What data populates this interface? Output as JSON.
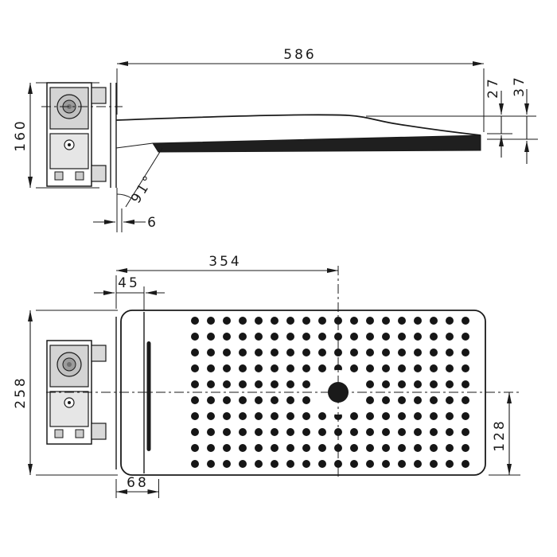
{
  "drawing": {
    "line_color": "#1a1a1a",
    "fill_gray": "#cfcfcf",
    "side_view": {
      "overall_width": "586",
      "mount_height": "160",
      "front_edge_drop": "27",
      "front_edge_height": "37",
      "angle": "91°",
      "wall_gap": "6"
    },
    "front_view": {
      "left_to_center": "354",
      "waterfall_lip": "45",
      "face_height": "258",
      "center_to_bottom": "128",
      "left_to_outlet": "68"
    }
  }
}
